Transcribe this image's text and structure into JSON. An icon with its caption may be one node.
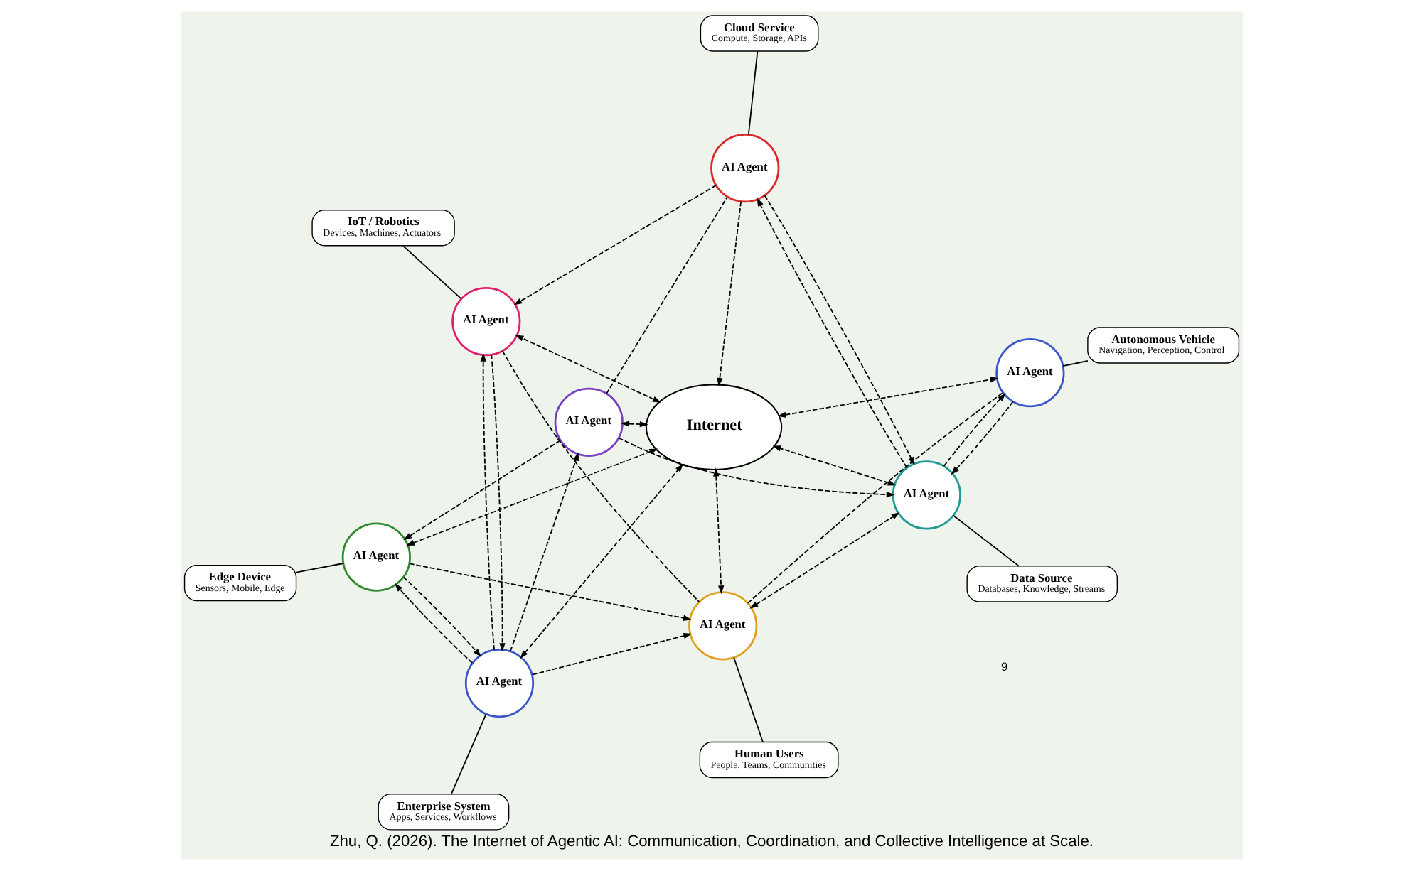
{
  "diagram": {
    "caption": "Zhu, Q. (2026). The Internet of Agentic AI: Communication, Coordination, and Collective Intelligence at Scale.",
    "nodes": [
      {
        "text": [
          "Edge Device",
          "Sensors, Mobile, Edge"
        ]
      },
      {
        "text": [
          "AI Agent"
        ]
      },
      {
        "text": [
          "AI Agent"
        ]
      },
      {
        "text": [
          "AI Agent"
        ]
      },
      {
        "text": [
          "Cloud Service",
          "Compute, Storage, APIs"
        ]
      },
      {
        "text": [
          "Enterprise System",
          "Apps, Services, Workflows"
        ]
      },
      {
        "text": [
          "AI Agent"
        ]
      },
      {
        "text": [
          "Internet"
        ]
      },
      {
        "text": [
          "AI Agent"
        ]
      },
      {
        "text": [
          "Data Source",
          "Databases, Knowledge, Streams"
        ]
      },
      {
        "text": [
          "IoT / Robotics",
          "Devices, Machines, Actuators"
        ]
      },
      {
        "text": [
          "AI Agent"
        ]
      },
      {
        "text": [
          "AI Agent"
        ]
      },
      {
        "text": [
          "AI Agent"
        ]
      },
      {
        "text": [
          "Autonomous Vehicle",
          "Navigation, Perception, Control"
        ]
      },
      {
        "text": [
          "Human Users",
          "People, Teams, Communities"
        ]
      }
    ],
    "edges": [
      {
        "from": 0,
        "to": 1,
        "arrow": "none"
      },
      {
        "from": 3,
        "to": 4,
        "arrow": "none"
      },
      {
        "from": 5,
        "to": 6,
        "arrow": "none"
      },
      {
        "from": 8,
        "to": 9,
        "arrow": "none"
      },
      {
        "from": 10,
        "to": 11,
        "arrow": "none"
      },
      {
        "from": 12,
        "to": 15,
        "arrow": "none"
      },
      {
        "from": 13,
        "to": 14,
        "arrow": "none"
      },
      {
        "from": 2,
        "to": 1,
        "arrow": "to",
        "style": "dashed"
      },
      {
        "from": 1,
        "to": 7,
        "arrow": "both",
        "style": "dashed"
      },
      {
        "from": 6,
        "to": 1,
        "arrow": "to",
        "style": "dashed"
      },
      {
        "from": 1,
        "to": 6,
        "arrow": "to",
        "style": "dashed"
      },
      {
        "from": 1,
        "to": 12,
        "arrow": "to",
        "style": "dashed"
      },
      {
        "from": 2,
        "to": 7,
        "arrow": "both",
        "style": "dashed"
      },
      {
        "from": 2,
        "to": 3,
        "arrow": "none",
        "style": "dashed"
      },
      {
        "from": 6,
        "to": 2,
        "arrow": "to",
        "style": "dashed"
      },
      {
        "from": 2,
        "to": 8,
        "arrow": "to",
        "style": "dashed"
      },
      {
        "from": 3,
        "to": 7,
        "arrow": "to",
        "style": "dashed"
      },
      {
        "from": 3,
        "to": 8,
        "arrow": "to",
        "style": "dashed"
      },
      {
        "from": 8,
        "to": 3,
        "arrow": "to",
        "style": "dashed"
      },
      {
        "from": 3,
        "to": 11,
        "arrow": "to",
        "style": "dashed"
      },
      {
        "from": 6,
        "to": 7,
        "arrow": "both",
        "style": "dashed"
      },
      {
        "from": 8,
        "to": 7,
        "arrow": "both",
        "style": "dashed"
      },
      {
        "from": 6,
        "to": 11,
        "arrow": "to",
        "style": "dashed"
      },
      {
        "from": 11,
        "to": 6,
        "arrow": "to",
        "style": "dashed"
      },
      {
        "from": 6,
        "to": 12,
        "arrow": "to",
        "style": "dashed"
      },
      {
        "from": 7,
        "to": 11,
        "arrow": "both",
        "style": "dashed"
      },
      {
        "from": 11,
        "to": 12,
        "arrow": "none",
        "style": "dashed"
      },
      {
        "from": 7,
        "to": 12,
        "arrow": "both",
        "style": "dashed"
      },
      {
        "from": 12,
        "to": 8,
        "arrow": "both",
        "style": "dashed"
      },
      {
        "from": 12,
        "to": 13,
        "arrow": "none",
        "style": "dashed"
      },
      {
        "from": 7,
        "to": 13,
        "arrow": "both",
        "style": "dashed"
      },
      {
        "from": 8,
        "to": 13,
        "arrow": "to",
        "style": "dashed"
      },
      {
        "from": 13,
        "to": 8,
        "arrow": "to",
        "style": "dashed"
      }
    ],
    "labels": [
      "9"
    ]
  }
}
